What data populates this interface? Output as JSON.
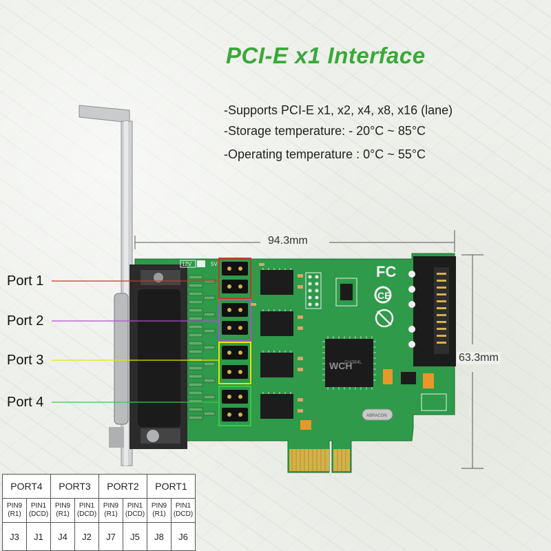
{
  "title": "PCI-E x1 Interface",
  "specs": [
    "-Supports PCI-E x1, x2, x4, x8, x16 (lane)",
    "-Storage temperature: - 20°C ~ 85°C",
    "-Operating temperature : 0°C ~ 55°C"
  ],
  "dimensions": {
    "width": "94.3mm",
    "height": "63.3mm"
  },
  "ports": [
    {
      "label": "Port 1",
      "color": "#c0392b"
    },
    {
      "label": "Port 2",
      "color": "#b04fd0"
    },
    {
      "label": "Port 3",
      "color": "#e6e600"
    },
    {
      "label": "Port 4",
      "color": "#3cc84a"
    }
  ],
  "board": {
    "silk": {
      "v12": "12V",
      "v5": "5V",
      "fc": "FC",
      "ce": "CE",
      "chip": "WCH",
      "chip_sub": "CH384L",
      "crystal": "ABRACON"
    }
  },
  "pin_table": {
    "headers": [
      "PORT4",
      "PORT3",
      "PORT2",
      "PORT1"
    ],
    "pins": [
      [
        "PIN9",
        "(R1)"
      ],
      [
        "PIN1",
        "(DCD)"
      ],
      [
        "PIN9",
        "(R1)"
      ],
      [
        "PIN1",
        "(DCD)"
      ],
      [
        "PIN9",
        "(R1)"
      ],
      [
        "PIN1",
        "(DCD)"
      ],
      [
        "PIN9",
        "(R1)"
      ],
      [
        "PIN1",
        "(DCD)"
      ]
    ],
    "jumpers": [
      "J3",
      "J1",
      "J4",
      "J2",
      "J7",
      "J5",
      "J8",
      "J6"
    ]
  },
  "colors": {
    "title_green": "#3aa83a",
    "pcb_green": "#2e9a4a",
    "gold": "#d4b24a"
  }
}
